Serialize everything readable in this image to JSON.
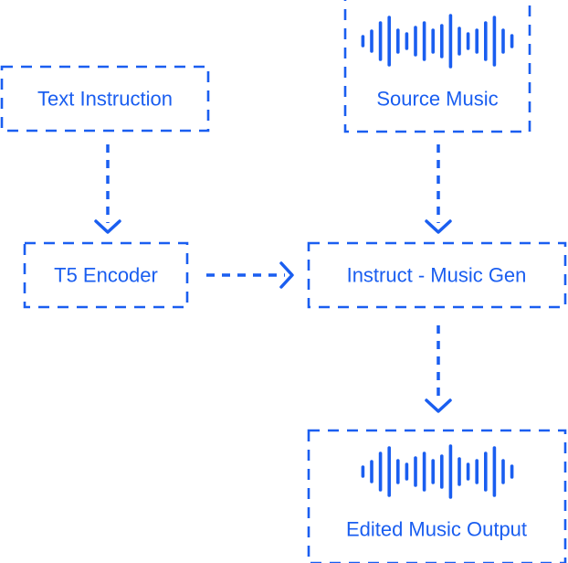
{
  "colors": {
    "accent": "#1a5ef0"
  },
  "nodes": {
    "text_instruction": {
      "label": "Text Instruction"
    },
    "source_music": {
      "label": "Source Music",
      "icon": "audio-waveform-icon"
    },
    "t5_encoder": {
      "label": "T5 Encoder"
    },
    "instruct_music_gen": {
      "label": "Instruct - Music Gen"
    },
    "edited_music_output": {
      "label": "Edited Music Output",
      "icon": "audio-waveform-icon"
    }
  },
  "edges": [
    {
      "from": "text_instruction",
      "to": "t5_encoder"
    },
    {
      "from": "source_music",
      "to": "instruct_music_gen"
    },
    {
      "from": "t5_encoder",
      "to": "instruct_music_gen"
    },
    {
      "from": "instruct_music_gen",
      "to": "edited_music_output"
    }
  ]
}
